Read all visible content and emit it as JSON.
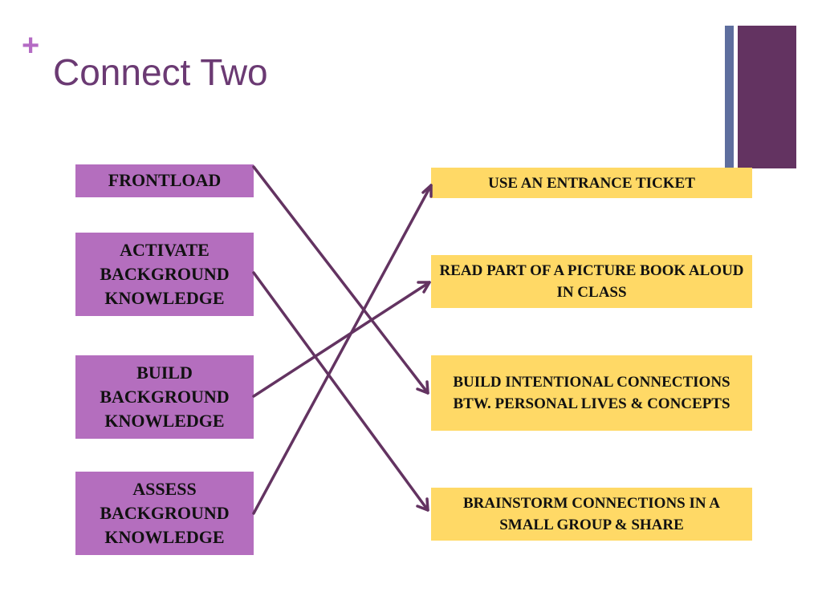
{
  "slide": {
    "plus_mark": "+",
    "title": "Connect Two"
  },
  "left_items": [
    {
      "id": "frontload",
      "label": "FRONTLOAD"
    },
    {
      "id": "activate",
      "label": "ACTIVATE BACKGROUND KNOWLEDGE"
    },
    {
      "id": "build",
      "label": "BUILD BACKGROUND KNOWLEDGE"
    },
    {
      "id": "assess",
      "label": "ASSESS BACKGROUND KNOWLEDGE"
    }
  ],
  "right_items": [
    {
      "id": "entrance-ticket",
      "label": "USE AN ENTRANCE TICKET"
    },
    {
      "id": "picture-book",
      "label": "READ PART OF A PICTURE BOOK ALOUD IN CLASS"
    },
    {
      "id": "intentional-connections",
      "label": "BUILD INTENTIONAL CONNECTIONS BTW. PERSONAL LIVES & CONCEPTS"
    },
    {
      "id": "brainstorm",
      "label": "BRAINSTORM CONNECTIONS IN A SMALL GROUP & SHARE"
    }
  ],
  "connections": [
    {
      "from": "FRONTLOAD",
      "to": "BUILD INTENTIONAL CONNECTIONS BTW. PERSONAL LIVES & CONCEPTS"
    },
    {
      "from": "ACTIVATE BACKGROUND KNOWLEDGE",
      "to": "BRAINSTORM CONNECTIONS IN A SMALL GROUP & SHARE"
    },
    {
      "from": "BUILD BACKGROUND KNOWLEDGE",
      "to": "READ PART OF A PICTURE BOOK ALOUD IN CLASS"
    },
    {
      "from": "ASSESS BACKGROUND KNOWLEDGE",
      "to": "USE AN ENTRANCE TICKET"
    }
  ],
  "colors": {
    "accent_plus": "#B46BC4",
    "title": "#6B3A73",
    "left_box": "#B46EBE",
    "right_box": "#FFD966",
    "arrow": "#633361",
    "bar_thin": "#5E6E9E",
    "bar_thick": "#633361"
  }
}
